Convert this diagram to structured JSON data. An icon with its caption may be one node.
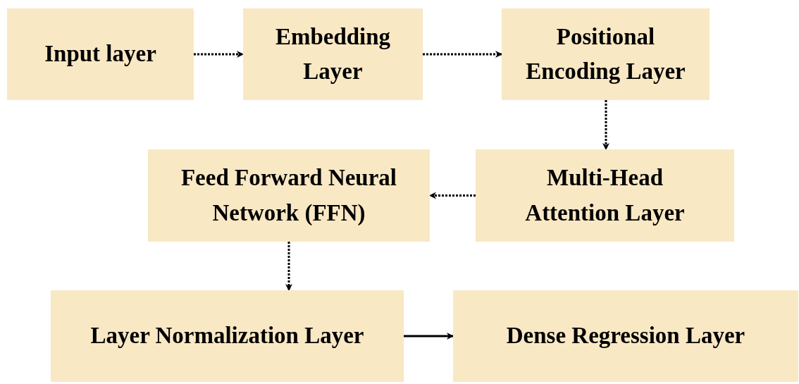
{
  "diagram": {
    "nodes": [
      {
        "text": [
          "Input layer"
        ]
      },
      {
        "text": [
          "Embedding Layer"
        ]
      },
      {
        "text": [
          "Positional Encoding Layer"
        ]
      },
      {
        "text": [
          "Multi-Head Attention Layer"
        ]
      },
      {
        "text": [
          "Feed Forward Neural Network (FFN)"
        ]
      },
      {
        "text": [
          "Layer Normalization Layer"
        ]
      },
      {
        "text": [
          "Dense Regression Layer"
        ]
      }
    ],
    "edges": [
      {
        "from": 0,
        "to": 1,
        "arrow": "to",
        "style": "dashed"
      },
      {
        "from": 1,
        "to": 2,
        "arrow": "to",
        "style": "dashed"
      },
      {
        "from": 2,
        "to": 3,
        "arrow": "to",
        "style": "dashed"
      },
      {
        "from": 3,
        "to": 4,
        "arrow": "to",
        "style": "dashed"
      },
      {
        "from": 4,
        "to": 5,
        "arrow": "to",
        "style": "dashed"
      },
      {
        "from": 5,
        "to": 6,
        "arrow": "to"
      }
    ]
  }
}
